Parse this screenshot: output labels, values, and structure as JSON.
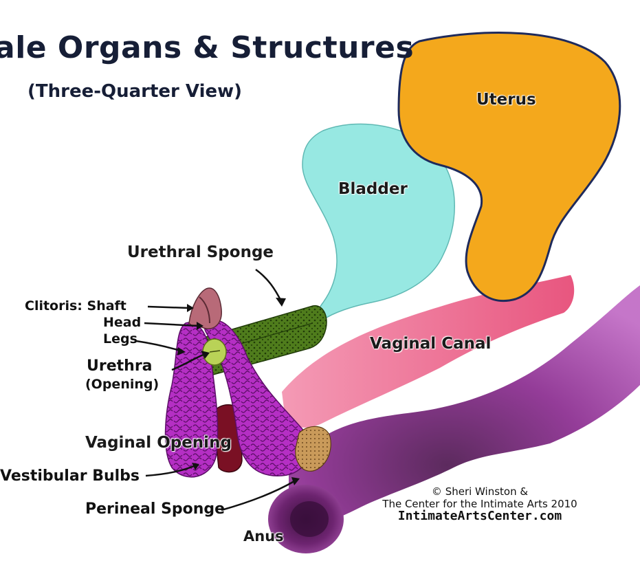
{
  "title": "ale Organs & Structures",
  "subtitle": "(Three-Quarter View)",
  "labels": {
    "uterus": "Uterus",
    "bladder": "Bladder",
    "urethral_sponge": "Urethral Sponge",
    "clitoris_shaft": "Clitoris: Shaft",
    "clitoris_head": "Head",
    "clitoris_legs": "Legs",
    "urethra": "Urethra",
    "urethra_opening": "(Opening)",
    "vaginal_canal": "Vaginal Canal",
    "vaginal_opening": "Vaginal Opening",
    "vestibular_bulbs": "Vestibular Bulbs",
    "perineal_sponge": "Perineal Sponge",
    "anus": "Anus"
  },
  "credit": {
    "line1": "© Sheri Winston &",
    "line2": "The Center for the Intimate Arts 2010",
    "url": "IntimateArtsCenter.com"
  },
  "colors": {
    "uterus": "#f4a81c",
    "bladder": "#97e8e2",
    "vaginal_canal": "#ef6f93",
    "rectum": "#8a2b8f",
    "vestibular_bulbs": "#b52fc4",
    "urethral_sponge": "#55821e",
    "title": "#161e36"
  }
}
